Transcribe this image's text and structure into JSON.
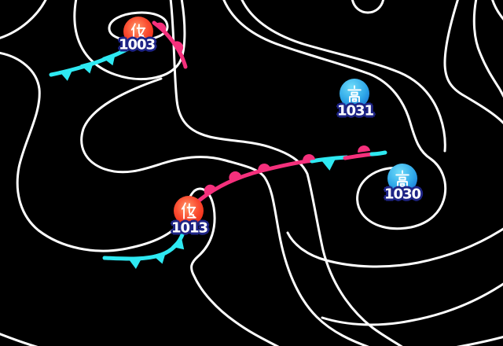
{
  "map": {
    "background_color": "#000000",
    "isobar_color": "#ffffff",
    "pressure_systems": [
      {
        "kind": "low",
        "symbol": "低",
        "symbol_meaning": "low pressure",
        "value": "1003",
        "circle_colors": [
          "#ff9a6a",
          "#e81804"
        ],
        "value_color": "#ffffff",
        "value_outline_color": "#1e2486"
      },
      {
        "kind": "low",
        "symbol": "低",
        "symbol_meaning": "low pressure",
        "value": "1013",
        "circle_colors": [
          "#ff9a6a",
          "#e81804"
        ],
        "value_color": "#ffffff",
        "value_outline_color": "#1e2486"
      },
      {
        "kind": "high",
        "symbol": "高",
        "symbol_meaning": "high pressure",
        "value": "1031",
        "circle_colors": [
          "#6fdcfa",
          "#0f5ecc"
        ],
        "value_color": "#ffffff",
        "value_outline_color": "#1e2486"
      },
      {
        "kind": "high",
        "symbol": "高",
        "symbol_meaning": "high pressure",
        "value": "1030",
        "circle_colors": [
          "#6fdcfa",
          "#0f5ecc"
        ],
        "value_color": "#ffffff",
        "value_outline_color": "#1e2486"
      }
    ],
    "fronts": [
      {
        "type": "warm",
        "color": "#f5307c"
      },
      {
        "type": "cold",
        "color": "#2ee9f2"
      },
      {
        "type": "cold",
        "color": "#2ee9f2"
      },
      {
        "type": "stationary",
        "colors": [
          "#f5307c",
          "#2ee9f2"
        ]
      }
    ]
  }
}
